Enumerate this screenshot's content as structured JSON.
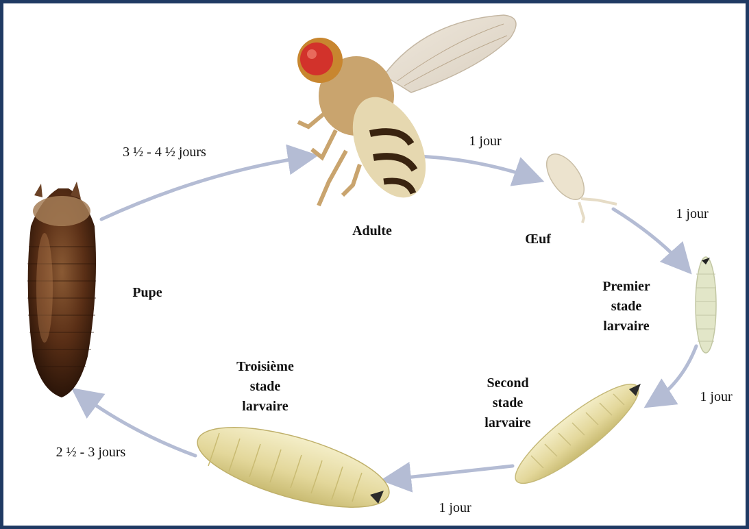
{
  "stages": {
    "adult": "Adulte",
    "egg": "Œuf",
    "larva1": [
      "Premier",
      "stade",
      "larvaire"
    ],
    "larva2": [
      "Second",
      "stade",
      "larvaire"
    ],
    "larva3": [
      "Troisième",
      "stade",
      "larvaire"
    ],
    "pupa": "Pupe"
  },
  "durations": {
    "adult_to_egg": "1 jour",
    "egg_to_larva1": "1 jour",
    "larva1_to_larva2": "1 jour",
    "larva2_to_larva3": "1 jour",
    "larva3_to_pupa": "2 ½ - 3 jours",
    "pupa_to_adult": "3 ½ - 4 ½  jours"
  },
  "colors": {
    "frame": "#1f3a63",
    "arrow": "#b4bcd4",
    "pupa": "#5a2f16",
    "larva": "#ece3ad",
    "fly_eye": "#d2322b"
  }
}
